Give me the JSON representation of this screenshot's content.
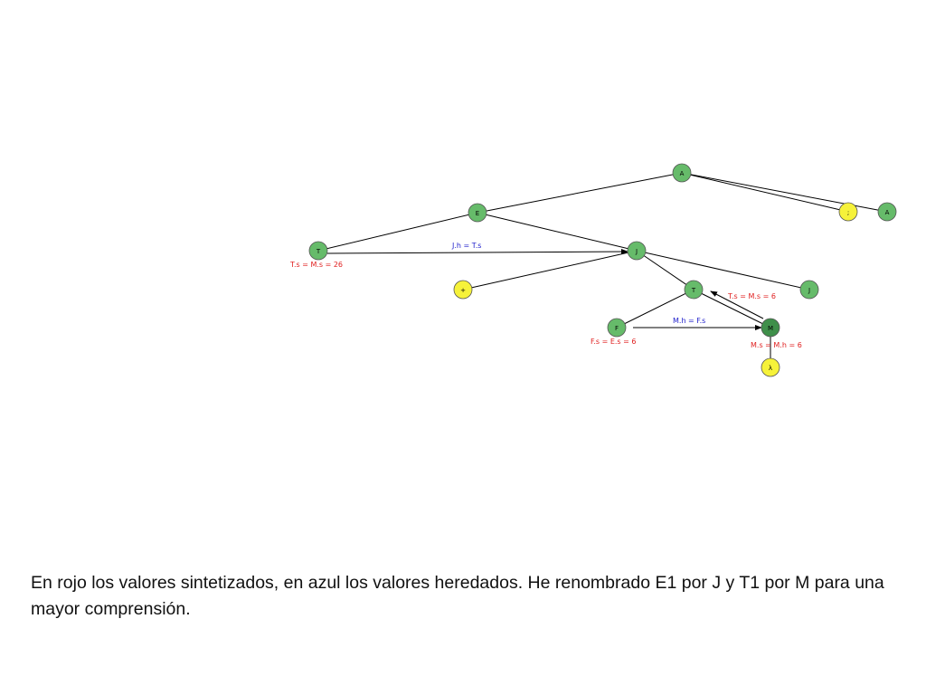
{
  "colors": {
    "node_green": "#66bb6a",
    "node_dark_green": "#3f8f4a",
    "node_yellow": "#f6f23a",
    "synthesized": "#e02020",
    "inherited": "#2222cc"
  },
  "tree": {
    "nodes": [
      {
        "id": "A_root",
        "label": "A"
      },
      {
        "id": "E",
        "label": "E"
      },
      {
        "id": "semicolon",
        "label": ";"
      },
      {
        "id": "A_right",
        "label": "A"
      },
      {
        "id": "T_left",
        "label": "T"
      },
      {
        "id": "J_top",
        "label": "J"
      },
      {
        "id": "plus",
        "label": "+"
      },
      {
        "id": "T_mid",
        "label": "T"
      },
      {
        "id": "J_right",
        "label": "J"
      },
      {
        "id": "F",
        "label": "F"
      },
      {
        "id": "M",
        "label": "M"
      },
      {
        "id": "lambda",
        "label": "λ"
      }
    ],
    "synthesized_labels": [
      {
        "id": "T_left_s",
        "text": "T.s = M.s = 26"
      },
      {
        "id": "T_mid_s",
        "text": "T.s = M.s = 6"
      },
      {
        "id": "F_s",
        "text": "F.s = E.s = 6"
      },
      {
        "id": "M_s",
        "text": "M.s = M.h = 6"
      }
    ],
    "inherited_labels": [
      {
        "id": "J_h",
        "text": "J.h = T.s"
      },
      {
        "id": "M_h",
        "text": "M.h = F.s"
      }
    ]
  },
  "caption": "En rojo los valores sintetizados, en azul los valores heredados. He renombrado E1 por J y T1 por M para una mayor comprensión."
}
